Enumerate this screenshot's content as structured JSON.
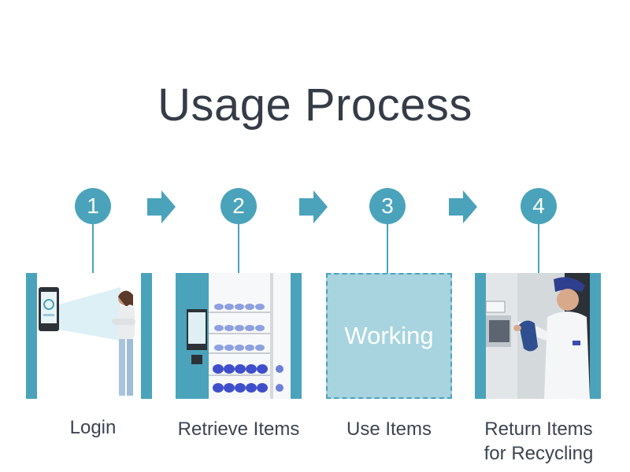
{
  "title": "Usage Process",
  "colors": {
    "accent": "#4aa3bb",
    "working_fill": "#a7d4df",
    "text": "#3d4450"
  },
  "steps": [
    {
      "number": "1",
      "label": "Login"
    },
    {
      "number": "2",
      "label": "Retrieve Items"
    },
    {
      "number": "3",
      "label": "Use Items",
      "box_text": "Working"
    },
    {
      "number": "4",
      "label_line1": "Return Items",
      "label_line2": "for Recycling"
    }
  ],
  "icons": [
    "arrow-right-icon",
    "arrow-right-icon",
    "arrow-right-icon"
  ]
}
